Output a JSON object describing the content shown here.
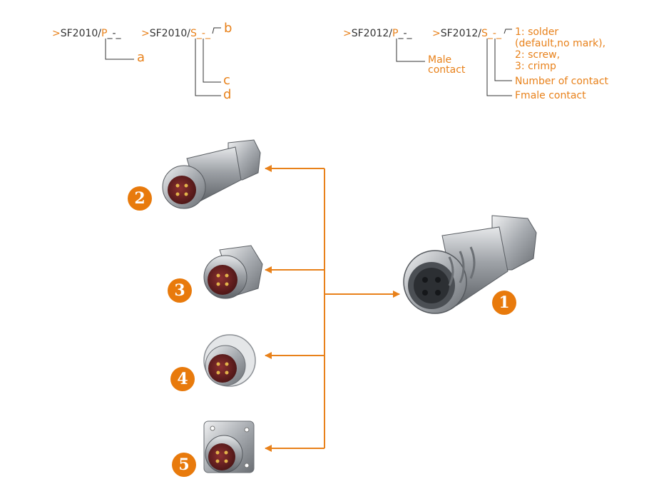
{
  "codes": {
    "c1": {
      "prefix": ">",
      "model": "SF2010/",
      "type": "P",
      "rest": "_-_"
    },
    "c2": {
      "prefix": ">",
      "model": "SF2010/",
      "type": "S",
      "rest": "_-_"
    },
    "c3": {
      "prefix": ">",
      "model": "SF2012/",
      "type": "P",
      "rest": "_-_"
    },
    "c4": {
      "prefix": ">",
      "model": "SF2012/",
      "type": "S",
      "rest": "_-_"
    }
  },
  "labels": {
    "a": "a",
    "b": "b",
    "c": "c",
    "d": "d",
    "male_1": "Male",
    "male_2": "contact",
    "term_1": "1: solder",
    "term_2": "(default,no mark),",
    "term_3": "2: screw,",
    "term_4": "3: crimp",
    "number_of_contact": "Number of contact",
    "female_contact": "Fmale contact"
  },
  "badges": [
    "1",
    "2",
    "3",
    "4",
    "5"
  ],
  "colors": {
    "accent": "#e8811a",
    "badge": "#e87a0c",
    "metal": "#b9bcc0",
    "contact_face": "#7a2a2a"
  }
}
